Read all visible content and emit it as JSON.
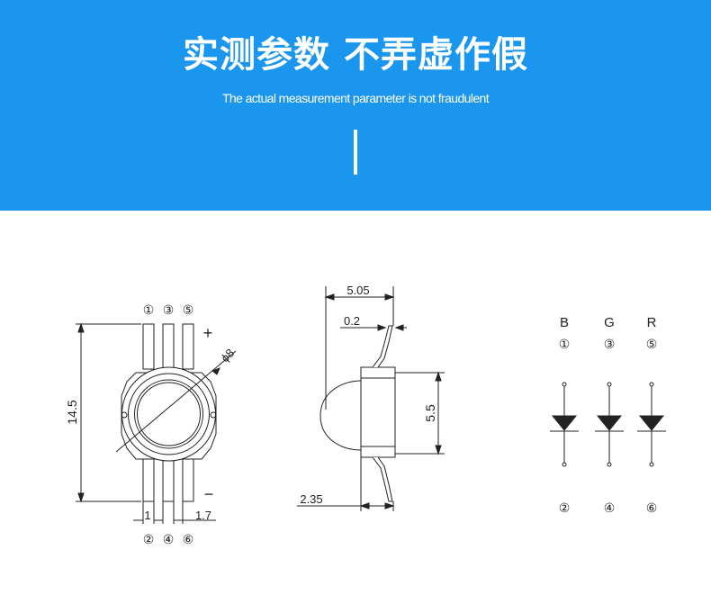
{
  "header": {
    "title_cn": "实测参数 不弄虚作假",
    "subtitle_en": "The actual measurement parameter is not fraudulent"
  },
  "front_view": {
    "top_pins": [
      "①",
      "③",
      "⑤"
    ],
    "bottom_pins": [
      "②",
      "④",
      "⑥"
    ],
    "plus_sign": "+",
    "minus_sign": "−",
    "height_dim": "14.5",
    "lens_dim": "ϕ8",
    "pin_width_dim": "1",
    "pin_pitch_dim": "1.7"
  },
  "side_view": {
    "width_dim": "5.05",
    "lead_thickness_dim": "0.2",
    "body_height_dim": "5.5",
    "base_dim": "2.35"
  },
  "schematic": {
    "channels": [
      {
        "color": "B",
        "anode_pin": "①",
        "cathode_pin": "②"
      },
      {
        "color": "G",
        "anode_pin": "③",
        "cathode_pin": "④"
      },
      {
        "color": "R",
        "anode_pin": "⑤",
        "cathode_pin": "⑥"
      }
    ]
  },
  "colors": {
    "banner": "#1a96ee",
    "line": "#222222"
  }
}
